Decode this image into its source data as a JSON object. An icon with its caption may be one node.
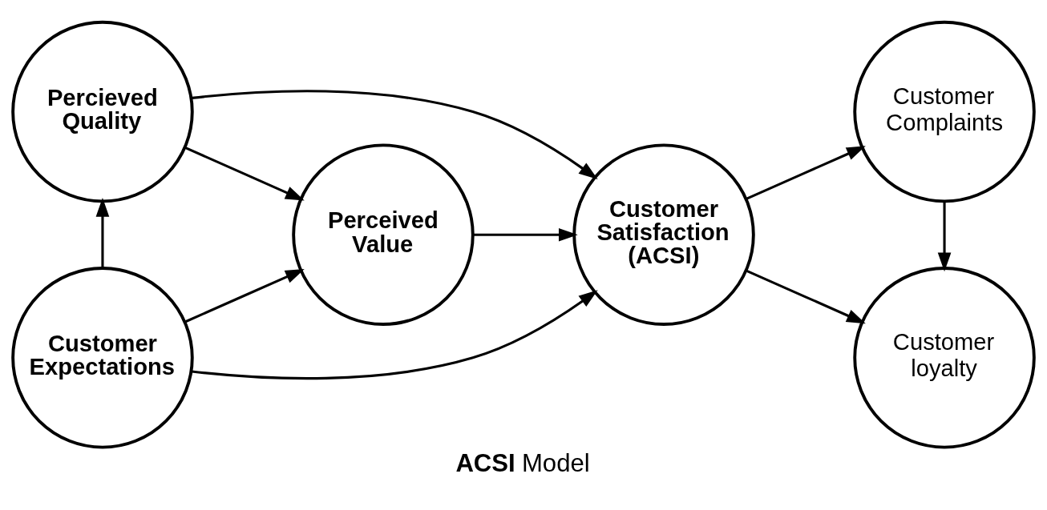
{
  "diagram": {
    "caption": "**ACSI** Model",
    "nodes": [
      {
        "text": [
          "Percieved Quality"
        ]
      },
      {
        "text": [
          "Customer Expectations"
        ]
      },
      {
        "text": [
          "Perceived Value"
        ]
      },
      {
        "text": [
          "Customer Satisfaction (ACSI)"
        ]
      },
      {
        "text": [
          "Customer Complaints"
        ]
      },
      {
        "text": [
          "Customer loyalty"
        ]
      }
    ],
    "edges": [
      {
        "from": 1,
        "to": 0,
        "arrow": "to"
      },
      {
        "from": 0,
        "to": 2,
        "arrow": "to"
      },
      {
        "from": 0,
        "to": 3,
        "arrow": "to"
      },
      {
        "from": 1,
        "to": 2,
        "arrow": "to"
      },
      {
        "from": 1,
        "to": 3,
        "arrow": "to"
      },
      {
        "from": 2,
        "to": 3,
        "arrow": "to"
      },
      {
        "from": 3,
        "to": 4,
        "arrow": "to"
      },
      {
        "from": 3,
        "to": 5,
        "arrow": "to"
      },
      {
        "from": 4,
        "to": 5,
        "arrow": "to"
      }
    ]
  }
}
